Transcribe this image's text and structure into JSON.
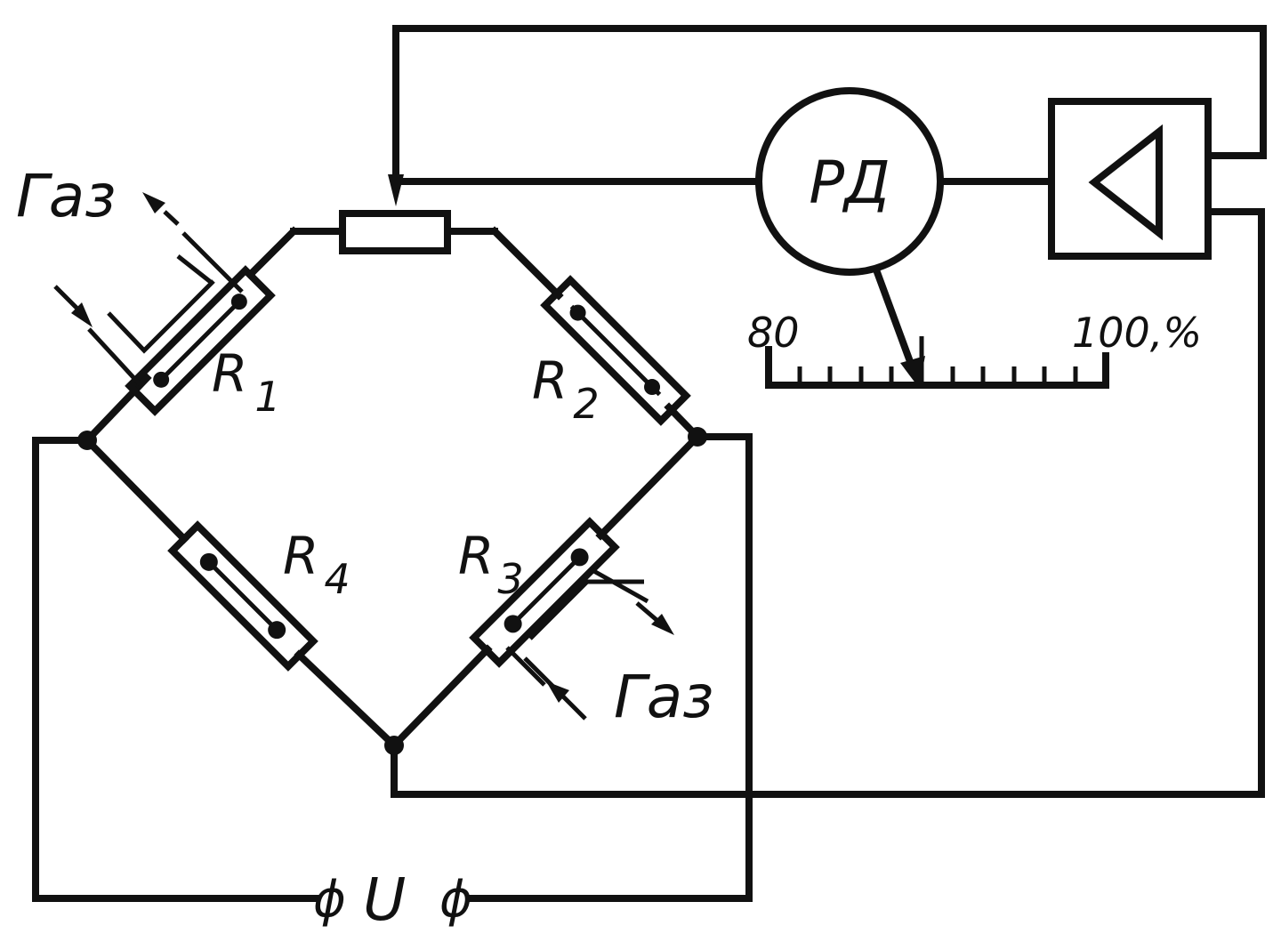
{
  "labels": {
    "gas_top": "Газ",
    "gas_bottom": "Газ",
    "r1": "R",
    "r1_sub": "1",
    "r2": "R",
    "r2_sub": "2",
    "r3": "R",
    "r3_sub": "3",
    "r4": "R",
    "r4_sub": "4",
    "meter": "РД",
    "scale_min": "80",
    "scale_max": "100,%",
    "supply": "U",
    "terminal_left": "ϕ",
    "terminal_right": "ϕ"
  },
  "colors": {
    "ink": "#111111",
    "paper": "#ffffff"
  }
}
